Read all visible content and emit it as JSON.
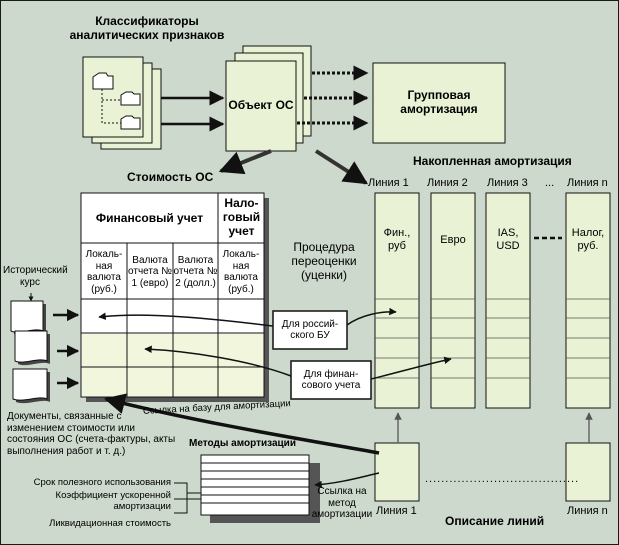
{
  "classifiers_title": "Классификаторы аналитических признаков",
  "object_title": "Объект ОС",
  "group_amort": "Групповая амортизация",
  "cost_title": "Стоимость ОС",
  "accum_title": "Накопленная амортизация",
  "table": {
    "fin_header": "Финансовый учет",
    "tax_header": "Нало-говый учет",
    "columns": [
      "Локаль-ная валюта (руб.)",
      "Валюта отчета № 1 (евро)",
      "Валюта отчета № 2 (долл.)",
      "Локаль-ная валюта (руб.)"
    ]
  },
  "lines": {
    "headers": [
      "Линия 1",
      "Линия 2",
      "Линия 3",
      "...",
      "Линия n"
    ],
    "cells": [
      "Фин., руб",
      "Евро",
      "IAS, USD",
      "Налог, руб."
    ],
    "bottom_labels": [
      "Линия 1",
      "Линия n"
    ],
    "bottom_dots": "......................................",
    "description_title": "Описание линий"
  },
  "revaluation": "Процедура переоценки (уценки)",
  "for_russian": "Для россий-ского БУ",
  "for_financial": "Для финан-сового учета",
  "historical_rate": "Исторический курс",
  "documents_text": "Документы, связанные с изменением стоимости или состояния ОС (счета-фактуры, акты выполнения работ и т. д.)",
  "base_link": "Ссылка на базу для амортизации",
  "methods_title": "Методы амортизации",
  "method_labels": [
    "Срок полезного использования",
    "Коэффициент ускоренной амортизации",
    "Ликвидационная стоимость"
  ],
  "method_link": "Ссылка на метод амортизации",
  "colors": {
    "background": "#ccd9cc",
    "box_fill": "#e9f2d4",
    "white": "#ffffff"
  },
  "icons": [
    "folder-icon",
    "document-icon",
    "arrow-icon"
  ]
}
